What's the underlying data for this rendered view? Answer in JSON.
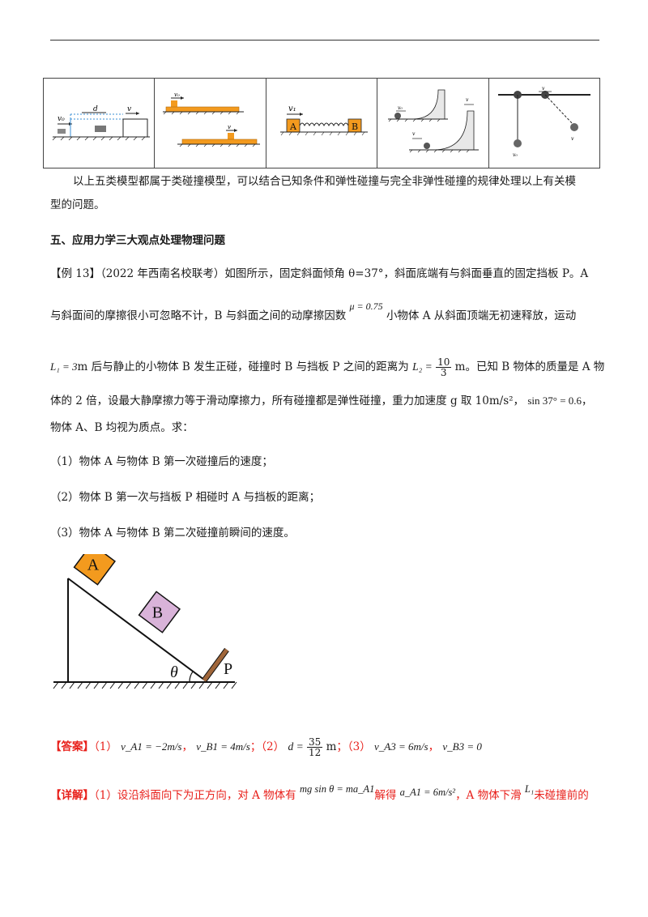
{
  "summary": {
    "line1": "以上五类模型都属于类碰撞模型，可以结合已知条件和弹性碰撞与完全非弹性碰撞的规律处理以上有关模",
    "line2": "型的问题。"
  },
  "section_heading": "五、应用力学三大观点处理物理问题",
  "model_labels": {
    "v0": "v₀",
    "d": "d",
    "v": "v",
    "A": "A",
    "B": "B",
    "v1": "v₁",
    "vB": "v₀"
  },
  "example": {
    "tag": "【例 13】",
    "source": "（2022 年西南名校联考）",
    "line1_rest": "如图所示，固定斜面倾角 θ=37°，斜面底端有与斜面垂直的固定挡板 P。A",
    "line2_a": "与斜面间的摩擦很小可忽略不计，B 与斜面之间的动摩擦因数",
    "mu_expr": "μ = 0.75",
    "line2_b": "小物体 A 从斜面顶端无初速释放，运动",
    "L1_expr": "L₁ = 3",
    "line3_a": "m 后与静止的小物体 B 发生正碰，碰撞时 B 与挡板 P 之间的距离为",
    "L2_lhs": "L₂ =",
    "L2_num": "10",
    "L2_den": "3",
    "L2_unit": "m",
    "line3_b": "。已知 B 物体的质量是 A 物",
    "line4": "体的 2 倍，设最大静摩擦力等于滑动摩擦力，所有碰撞都是弹性碰撞，重力加速度 g 取 10m/s²，",
    "sin_expr": "sin 37° = 0.6，",
    "line5": "物体 A、B 均视为质点。求：",
    "q1": "（1）物体 A 与物体 B 第一次碰撞后的速度；",
    "q2": "（2）物体 B 第一次与挡板 P 相碰时 A 与挡板的距离；",
    "q3": "（3）物体 A 与物体 B 第二次碰撞前瞬间的速度。"
  },
  "figure": {
    "block_a": "A",
    "block_b": "B",
    "theta": "θ",
    "plate": "P",
    "color_a": "#f39a1e",
    "color_b": "#d9b3d9"
  },
  "answer": {
    "tag": "【答案】",
    "p1": "（1）",
    "v_a1": "v_A1 = −2m/s",
    "sep1": "，",
    "v_b1": "v_B1 = 4m/s",
    "p2": "；（2）",
    "d_lhs": "d =",
    "d_num": "35",
    "d_den": "12",
    "d_unit": "m",
    "p3": "；（3）",
    "v_a3": "v_A3 = 6m/s",
    "sep2": "，",
    "v_b3": "v_B3 = 0"
  },
  "detail": {
    "tag": "【详解】",
    "text_a": "（1）设沿斜面向下为正方向，对 A 物体有",
    "eq1": "mg sin θ = ma_A1",
    "text_b": "解得",
    "eq2": "a_A1 = 6m/s²",
    "text_c": "，A 物体下滑",
    "l1": "L₁",
    "text_d": "未碰撞前的"
  }
}
